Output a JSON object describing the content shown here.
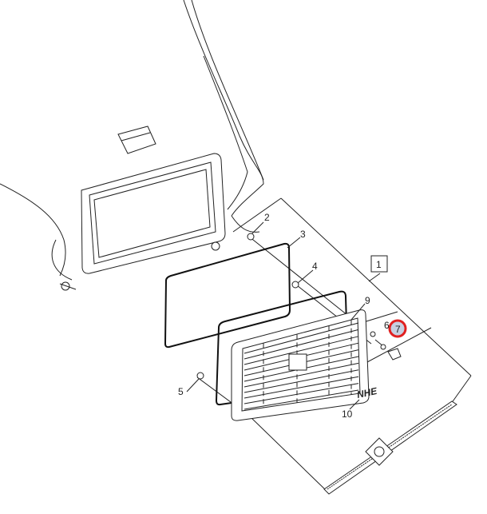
{
  "diagram": {
    "callouts": {
      "assembly": "1",
      "p2": "2",
      "p3": "3",
      "p4": "4",
      "p5": "5",
      "p6": "6",
      "p7": "7",
      "p9": "9",
      "p10": "10"
    },
    "emblem_text": "NHE",
    "highlight_color": "#e02020",
    "highlight_fill": "#c8cfe0"
  }
}
